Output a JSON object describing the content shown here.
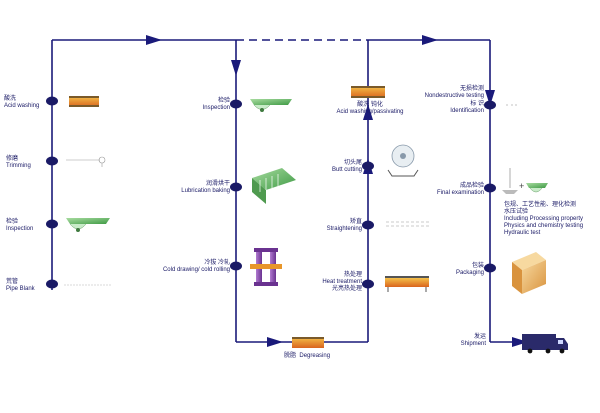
{
  "colors": {
    "line": "#1a1a7a",
    "node": "#1a1a66",
    "accent_orange": "#e8962a",
    "accent_green": "#5cb85c",
    "accent_purple": "#8a4fb0",
    "truck": "#2a2a6a"
  },
  "steps": {
    "acid_washing": {
      "zh": "酸洗",
      "en": "Acid washing",
      "icon": "acid-tank-icon"
    },
    "trimming": {
      "zh": "修磨",
      "en": "Trimming",
      "icon": "grinder-icon"
    },
    "inspection_left": {
      "zh": "检验",
      "en": "Inspection",
      "icon": "inspection-bench-icon"
    },
    "pipe_blank": {
      "zh": "荒管",
      "en": "Pipe Blank",
      "icon": "pipe-blank-icon"
    },
    "inspection_mid": {
      "zh": "检验",
      "en": "Inspection",
      "icon": "inspection-bench-icon"
    },
    "lubrication_baking": {
      "zh": "润滑烘干",
      "en": "Lubrication baking",
      "icon": "lubrication-tank-icon"
    },
    "cold_rolling": {
      "zh": "冷拔  冷轧",
      "en": "Cold drawing/ cold rolling",
      "icon": "rolling-mill-icon"
    },
    "degreasing": {
      "zh": "脱脂",
      "en": "Degreasing",
      "icon": "degreasing-tank-icon"
    },
    "acid_passivating": {
      "zh": "酸洗  钝化",
      "en": "Acid washing/passivating",
      "icon": "passivating-tank-icon"
    },
    "butt_cutting": {
      "zh": "切头尾",
      "en": "Butt cutting",
      "icon": "saw-blade-icon"
    },
    "straightening": {
      "zh": "矫直",
      "en": "Straightening",
      "icon": "straightener-icon"
    },
    "heat_treatment": {
      "zh": "热处理",
      "en": "Heat treatment",
      "zh2": "光亮热处理",
      "icon": "furnace-icon"
    },
    "nondestructive": {
      "zh": "无损检测",
      "en": "Nondestructive testing",
      "icon": "ndt-icon"
    },
    "identification": {
      "zh": "标 识",
      "en": "Identification",
      "icon": "marking-icon"
    },
    "final_examination": {
      "zh": "成品检验",
      "en": "Final examination",
      "zh2": "包规、工艺性能、理化检测",
      "zh3": "水压试验",
      "en2": "Including Processing property",
      "en3": "Physics and chemistry testing",
      "en4": "Hydraulic test",
      "icon": "final-inspection-icon"
    },
    "packaging": {
      "zh": "包装",
      "en": "Packaging",
      "icon": "pipe-bundle-icon"
    },
    "shipment": {
      "zh": "发运",
      "en": "Shipment",
      "icon": "truck-icon"
    }
  },
  "plus_sign": "+"
}
